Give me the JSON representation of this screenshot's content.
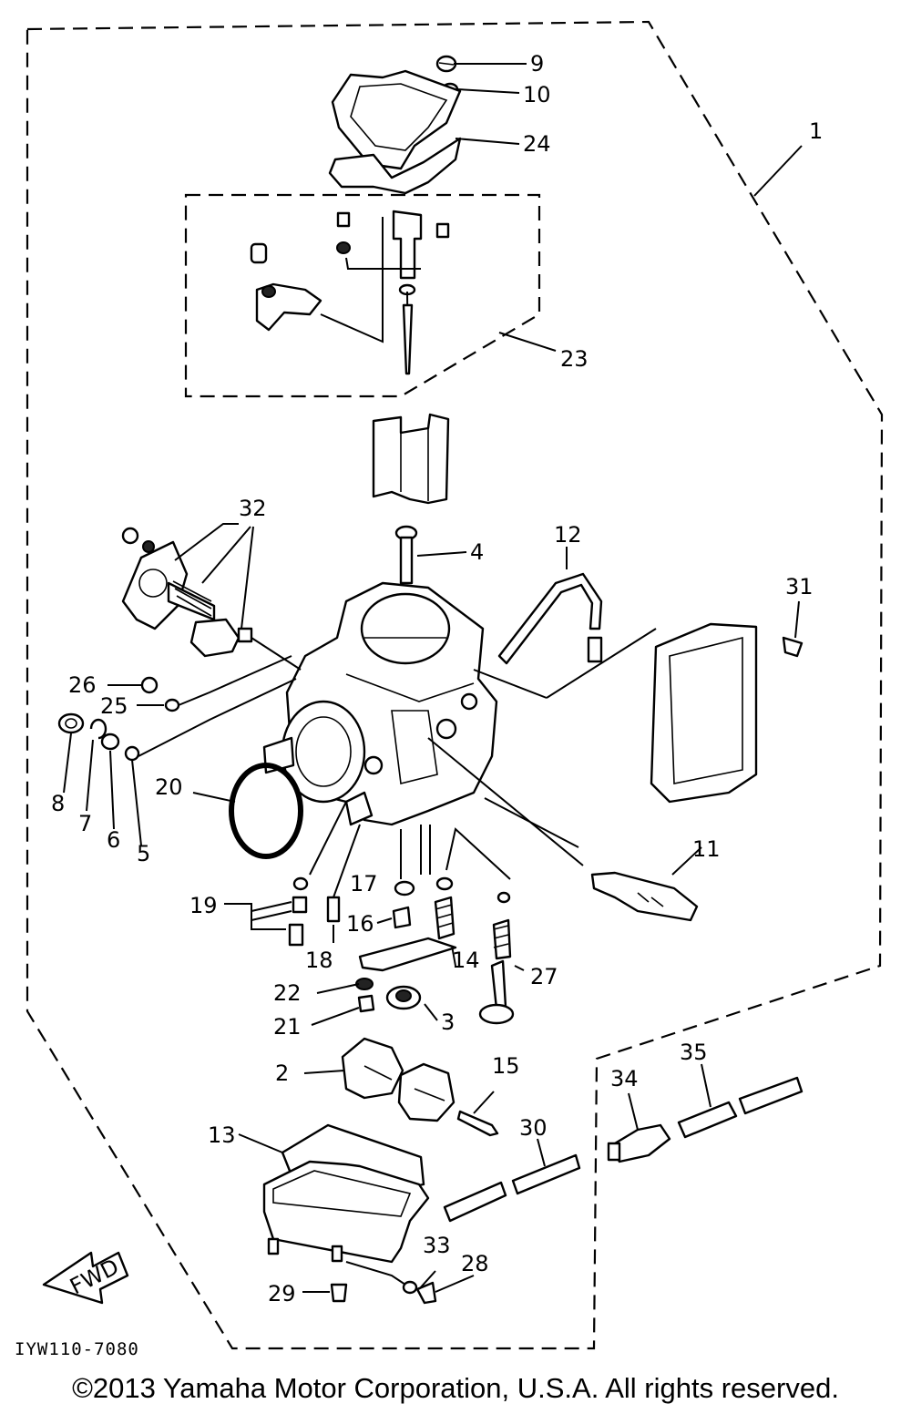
{
  "callouts": {
    "c1": "1",
    "c2": "2",
    "c3": "3",
    "c4": "4",
    "c5": "5",
    "c6": "6",
    "c7": "7",
    "c8": "8",
    "c9": "9",
    "c10": "10",
    "c11": "11",
    "c12": "12",
    "c13": "13",
    "c14": "14",
    "c15": "15",
    "c16": "16",
    "c17": "17",
    "c18": "18",
    "c19": "19",
    "c20": "20",
    "c21": "21",
    "c22": "22",
    "c23": "23",
    "c24": "24",
    "c25": "25",
    "c26": "26",
    "c27": "27",
    "c28": "28",
    "c29": "29",
    "c30": "30",
    "c31": "31",
    "c32": "32",
    "c33": "33",
    "c34": "34",
    "c35": "35"
  },
  "fwd_label": "FWD",
  "diagram_code": "IYW110-7080",
  "copyright": "©2013 Yamaha Motor Corporation, U.S.A. All rights reserved."
}
